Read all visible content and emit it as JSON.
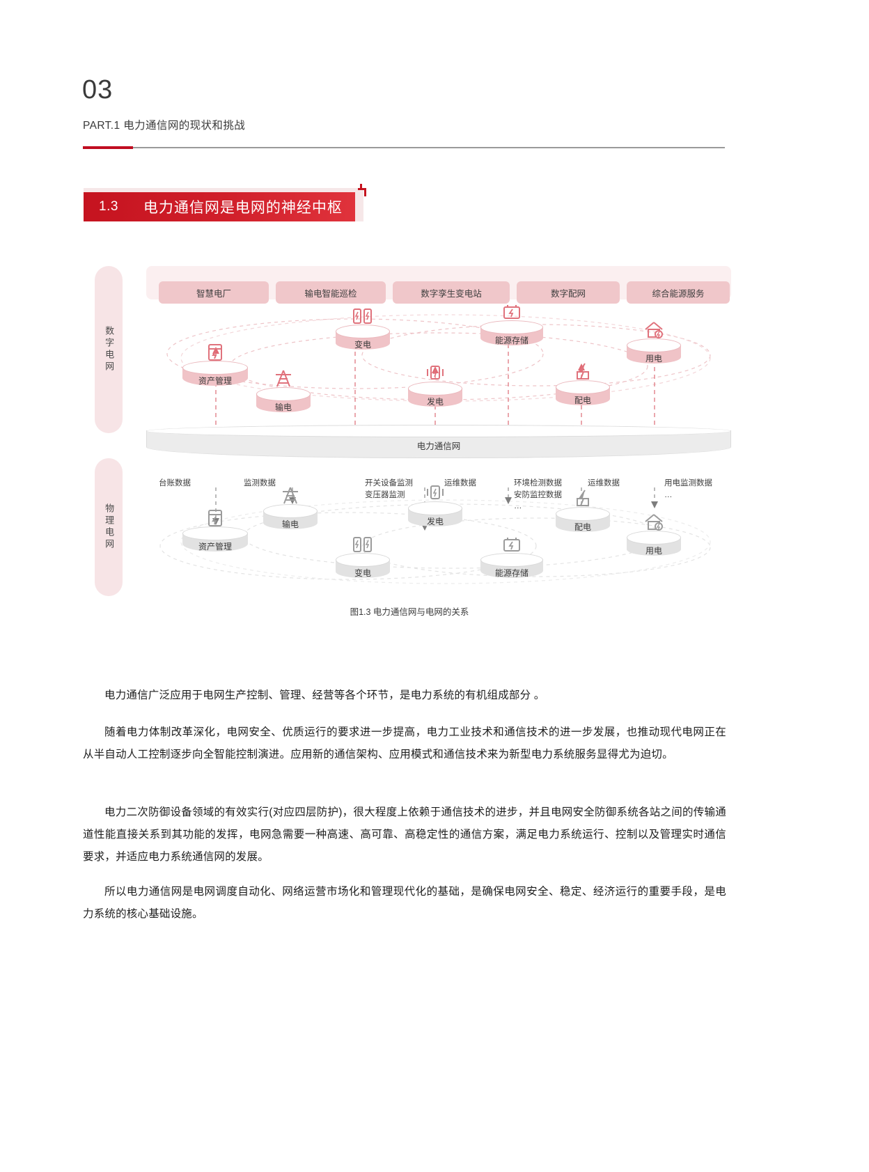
{
  "header": {
    "number": "03",
    "subtitle": "PART.1 电力通信网的现状和挑战",
    "accent_color": "#c00d21"
  },
  "section": {
    "number": "1.3",
    "title": "电力通信网是电网的神经中枢",
    "banner_color": "#c5131f"
  },
  "figure": {
    "caption": "图1.3 电力通信网与电网的关系",
    "side_labels": {
      "digital": "数字电网",
      "physical": "物理电网"
    },
    "application_tags": [
      "智慧电厂",
      "输电智能巡检",
      "数字孪生变电站",
      "数字配网",
      "综合能源服务"
    ],
    "network_band_label": "电力通信网",
    "digital_nodes": [
      "资产管理",
      "输电",
      "变电",
      "发电",
      "能源存储",
      "配电",
      "用电"
    ],
    "physical_nodes": [
      "资产管理",
      "输电",
      "变电",
      "发电",
      "能源存储",
      "配电",
      "用电"
    ],
    "data_labels": [
      "台账数据",
      "监测数据",
      "开关设备监测\n变压器监测",
      "运维数据",
      "环境检测数据\n安防监控数据\n…",
      "运维数据",
      "用电监测数据\n…"
    ],
    "node_icons": {
      "资产管理": "asset-cabinet-icon",
      "输电": "transmission-tower-icon",
      "变电": "substation-battery-icon",
      "发电": "generator-icon",
      "能源存储": "battery-storage-icon",
      "配电": "distribution-box-icon",
      "用电": "home-meter-icon"
    },
    "accent_pink": "#f0c3c7",
    "accent_red": "#e06a74"
  },
  "body": {
    "paragraphs": [
      "电力通信广泛应用于电网生产控制、管理、经营等各个环节，是电力系统的有机组成部分 。",
      "随着电力体制改革深化，电网安全、优质运行的要求进一步提高，电力工业技术和通信技术的进一步发展，也推动现代电网正在从半自动人工控制逐步向全智能控制演进。应用新的通信架构、应用模式和通信技术来为新型电力系统服务显得尤为迫切。",
      "电力二次防御设备领域的有效实行(对应四层防护)，很大程度上依赖于通信技术的进步，并且电网安全防御系统各站之间的传输通道性能直接关系到其功能的发挥，电网急需要一种高速、高可靠、高稳定性的通信方案，满足电力系统运行、控制以及管理实时通信要求，并适应电力系统通信网的发展。",
      "所以电力通信网是电网调度自动化、网络运营市场化和管理现代化的基础，是确保电网安全、稳定、经济运行的重要手段，是电力系统的核心基础设施。"
    ]
  }
}
